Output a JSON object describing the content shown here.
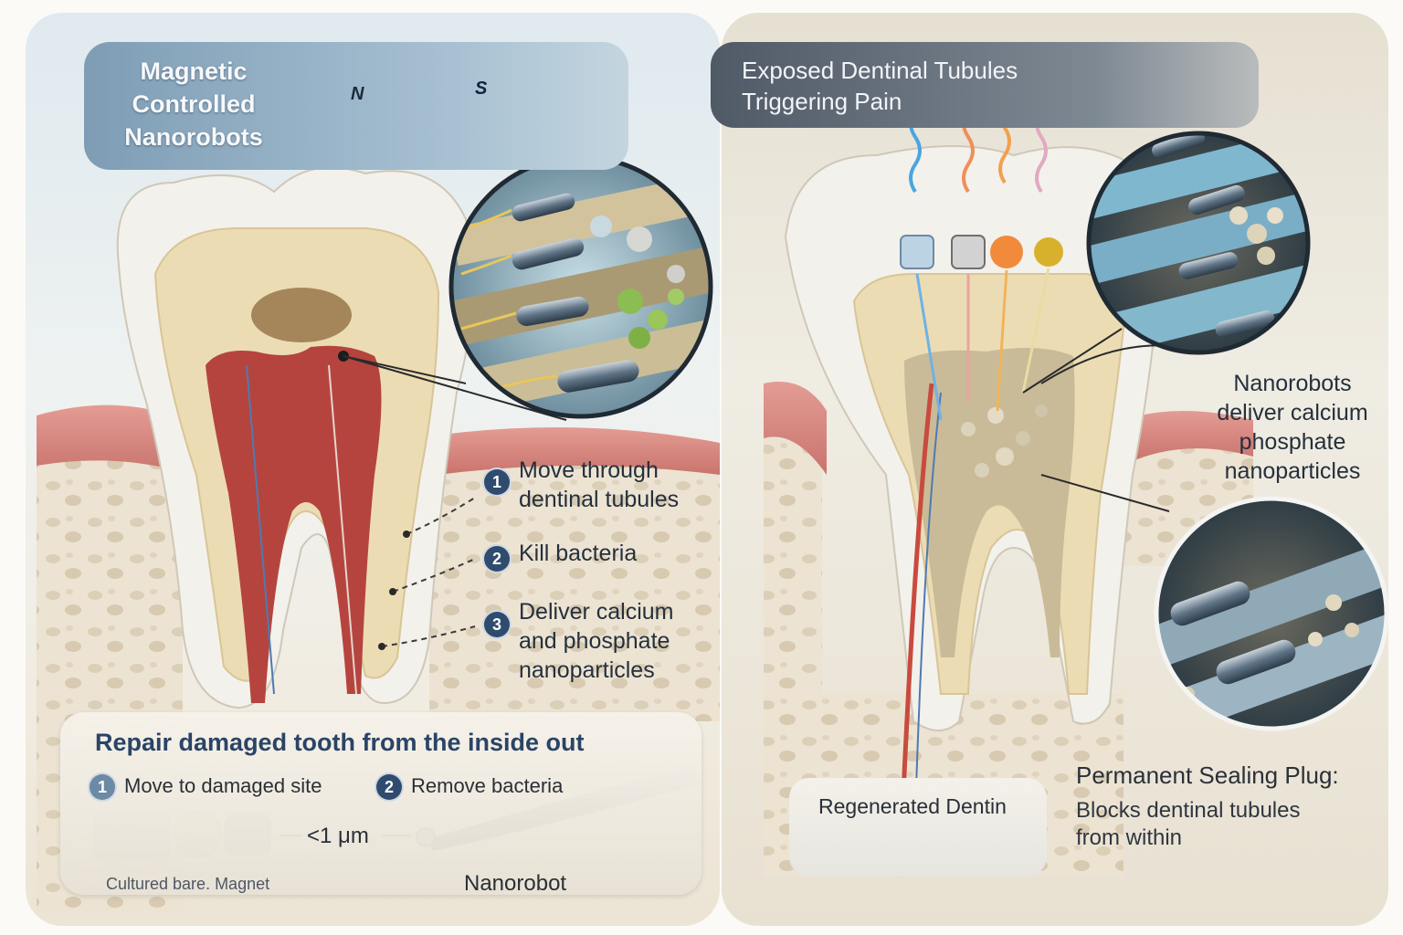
{
  "left": {
    "title_lines": [
      "Magnetic",
      "Controlled",
      "Nanorobots"
    ],
    "magnet_poles": {
      "north": "N",
      "south": "S"
    },
    "steps": [
      {
        "num": "1",
        "lines": [
          "Move through",
          "dentinal tubules"
        ]
      },
      {
        "num": "2",
        "lines": [
          "Kill bacteria"
        ]
      },
      {
        "num": "3",
        "lines": [
          "Deliver calcium",
          "and phosphate",
          "nanoparticles"
        ]
      }
    ],
    "repair": {
      "title": "Repair damaged tooth from the inside out",
      "step1_num": "1",
      "step1": "Move to damaged site",
      "step2_num": "2",
      "step2": "Remove bacteria",
      "scale": "<1 μm",
      "caption_left": "Cultured bare. Magnet",
      "caption_right": "Nanorobot"
    }
  },
  "right": {
    "title_lines": [
      "Exposed Dentinal Tubules",
      "Triggering Pain"
    ],
    "deliver_lines": [
      "Nanorobots",
      "deliver calcium",
      "phosphate",
      "nanoparticles"
    ],
    "regen_label": "Regenerated Dentin",
    "seal_title": "Permanent Sealing Plug:",
    "seal_desc_lines": [
      "Blocks dentinal tubules",
      "from within"
    ]
  },
  "colors": {
    "enamel": "#f3f1ec",
    "dentin": "#ecdcb4",
    "pulp": "#b5443f",
    "gum": "#d88a84",
    "bone": "#e9dfcc",
    "steel": "#5f7486",
    "magnet_north": "#d9534f",
    "magnet_south": "#2f72c4"
  }
}
